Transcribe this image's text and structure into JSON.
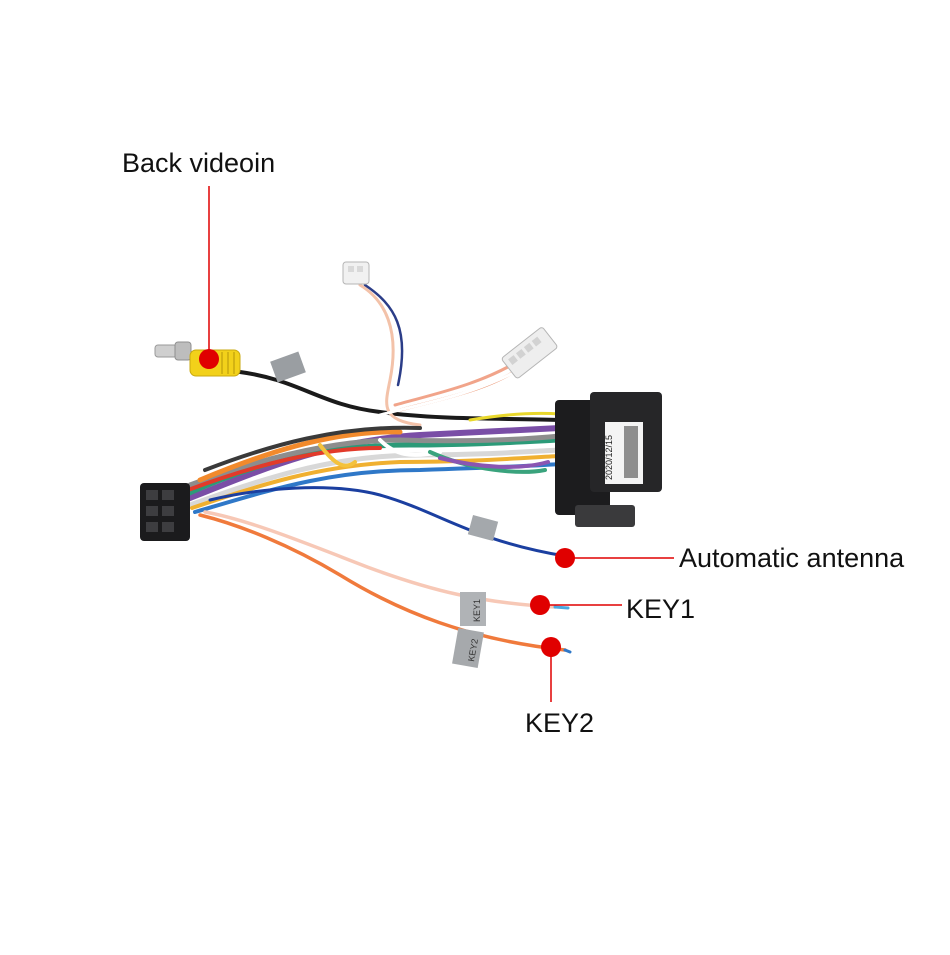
{
  "photo": {
    "subject": "car stereo wiring harness",
    "colors": {
      "background": "#ffffff",
      "callout": "#e00000",
      "connector": "#1c1c1e",
      "rca_yellow": "#f2d11a",
      "antenna_wire": "#1b3fa0",
      "key1_wire": "#f7c8b6",
      "key2_wire": "#f07a3c"
    }
  },
  "labels": {
    "back_video": "Back videoin",
    "antenna": "Automatic antenna",
    "key1": "KEY1",
    "key2": "KEY2"
  },
  "tags": {
    "key1_tag": "KEY1",
    "key2_tag": "KEY2",
    "box_date": "2020/12/15"
  }
}
